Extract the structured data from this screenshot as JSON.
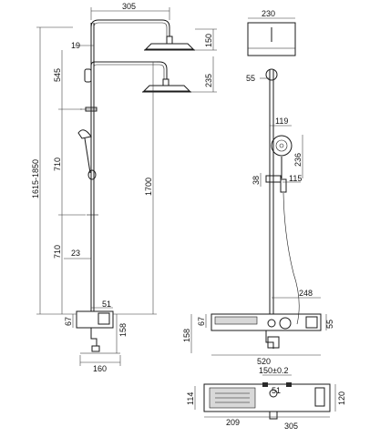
{
  "front_view": {
    "dims": {
      "top_width": "305",
      "arm_offset": "19",
      "head_height": "150",
      "total_height": "1615-1850",
      "upper_segment": "545",
      "head2_height": "235",
      "middle_segment": "710",
      "bar_height": "1700",
      "lower_segment": "710",
      "pipe_diameter": "23",
      "valve_offset": "51",
      "base_offset": "67",
      "valve_height": "158",
      "base_width": "160"
    }
  },
  "side_view": {
    "dims": {
      "head_diameter": "230",
      "pipe_offset": "55",
      "hand_width": "119",
      "hand_height": "236",
      "holder_height": "38",
      "holder_depth": "115",
      "hose_reach": "248",
      "base_offset": "67",
      "shelf_height": "55",
      "valve_height": "158",
      "shelf_width": "520"
    }
  },
  "top_view": {
    "dims": {
      "centers": "150±0.2",
      "valve_depth": "114",
      "outlet": "51",
      "shelf_depth": "120",
      "left_width": "209",
      "right_width": "305"
    }
  },
  "colors": {
    "line": "#1a1a1a",
    "shelf_fill": "#d8d8d8"
  }
}
